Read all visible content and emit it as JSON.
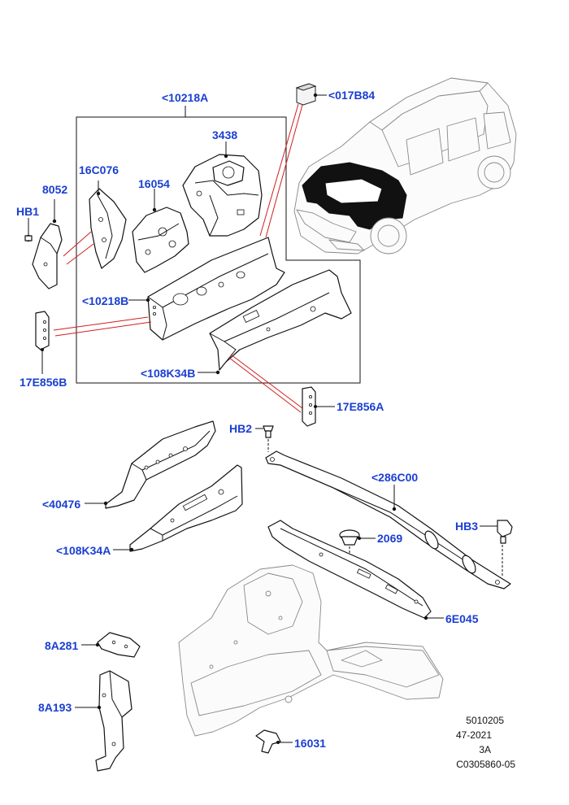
{
  "callouts": {
    "c10218A": "<10218A",
    "c017B84": "<017B84",
    "c3438": "3438",
    "c16C076": "16C076",
    "c16054": "16054",
    "c8052": "8052",
    "cHB1": "HB1",
    "c10218B": "<10218B",
    "c17E856B": "17E856B",
    "c108K34B": "<108K34B",
    "c17E856A": "17E856A",
    "cHB2": "HB2",
    "c286C00": "<286C00",
    "c40476": "<40476",
    "cHB3": "HB3",
    "c2069": "2069",
    "c108K34A": "<108K34A",
    "c6E045": "6E045",
    "c8A281": "8A281",
    "c8A193": "8A193",
    "c16031": "16031"
  },
  "reference": {
    "line1": "5010205",
    "line2": "47-2021",
    "line3": "3A",
    "line4": "C0305860-05"
  },
  "colors": {
    "callout": "#1a3fd1",
    "leader": "#111111",
    "highlight_leader": "#d21d1d"
  }
}
